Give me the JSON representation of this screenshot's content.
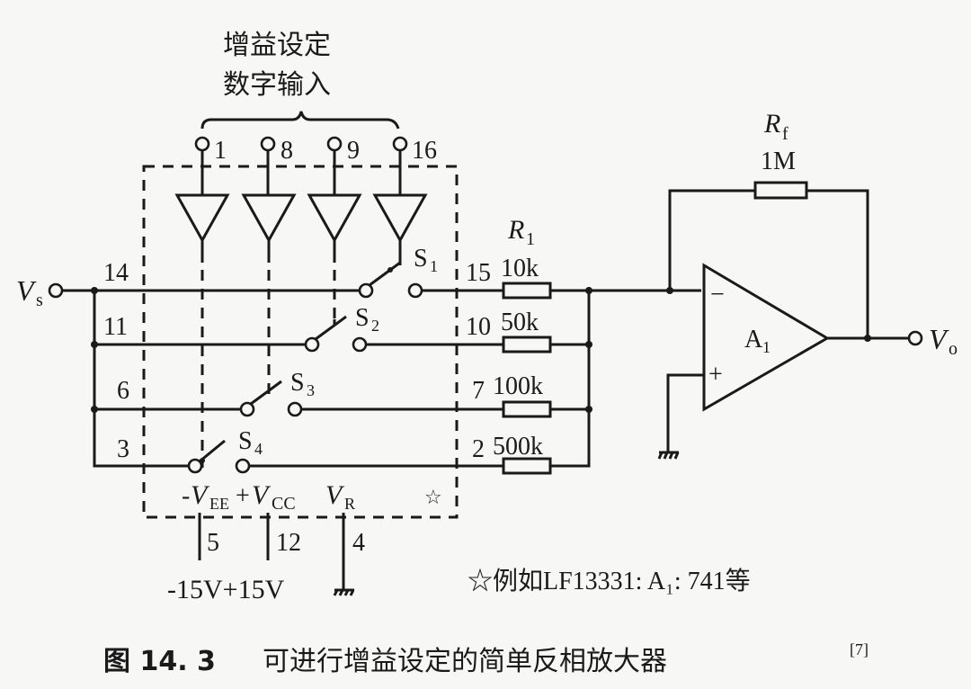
{
  "figure": {
    "caption_number": "图 14. 3",
    "caption_text": "可进行增益设定的简单反相放大器",
    "caption_ref": "[7]",
    "note": "☆例如LF13331: A₁: 741等"
  },
  "digital_input": {
    "title_line1": "增益设定",
    "title_line2": "数字输入",
    "pins": [
      "1",
      "8",
      "9",
      "16"
    ]
  },
  "input": {
    "label": "V",
    "sub": "s"
  },
  "output": {
    "label": "V",
    "sub": "o"
  },
  "switches": [
    {
      "name": "S",
      "sub": "1",
      "in_pin": "14",
      "out_pin": "15",
      "resistor": "10k"
    },
    {
      "name": "S",
      "sub": "2",
      "in_pin": "11",
      "out_pin": "10",
      "resistor": "50k"
    },
    {
      "name": "S",
      "sub": "3",
      "in_pin": "6",
      "out_pin": "7",
      "resistor": "100k"
    },
    {
      "name": "S",
      "sub": "4",
      "in_pin": "3",
      "out_pin": "2",
      "resistor": "500k"
    }
  ],
  "r1": {
    "label": "R",
    "sub": "1"
  },
  "rf": {
    "label": "R",
    "sub": "f",
    "value": "1M"
  },
  "opamp": {
    "label": "A",
    "sub": "1",
    "minus": "−",
    "plus": "+"
  },
  "supply": {
    "vee": {
      "prefix": "-",
      "label": "V",
      "sub": "EE",
      "pin": "5"
    },
    "vcc": {
      "prefix": "+",
      "label": "V",
      "sub": "CC",
      "pin": "12"
    },
    "vr": {
      "label": "V",
      "sub": "R",
      "pin": "4"
    },
    "star": "☆",
    "voltages": "-15V+15V"
  }
}
